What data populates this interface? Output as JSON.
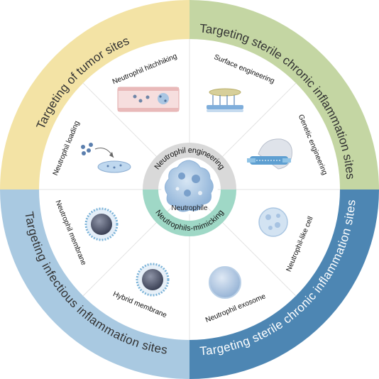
{
  "quadrants": {
    "top_left": {
      "label": "Targeting of tumor sites",
      "color": "#f3e3a5"
    },
    "top_right": {
      "label": "Targeting sterile chronic inflammation sites",
      "color": "#c4d6a3"
    },
    "bottom_left": {
      "label": "Targeting infectious inflammation sites",
      "color": "#a9c9e1"
    },
    "bottom_right": {
      "label": "Targeting sterile chronic inflammation sites",
      "color": "#4d86b3"
    }
  },
  "sectors": [
    {
      "label": "Neutrophil hitchhiking"
    },
    {
      "label": "Surface engineering"
    },
    {
      "label": "Genetic engineering"
    },
    {
      "label": "Neutrophil-like cell"
    },
    {
      "label": "Neutrophil exosome"
    },
    {
      "label": "Hybrid membrane"
    },
    {
      "label": "Neutrophil membrane"
    },
    {
      "label": "Neutrophil  loading"
    }
  ],
  "center": {
    "engineering_label": "Neutrophil engineering",
    "mimicking_label": "Neutrophils-mimicking",
    "cell_label": "Neutrophile"
  },
  "colors": {
    "engineering_ring": "#d9d9d9",
    "mimicking_ring": "#9fd8c6",
    "cell": "#aec9e4"
  }
}
